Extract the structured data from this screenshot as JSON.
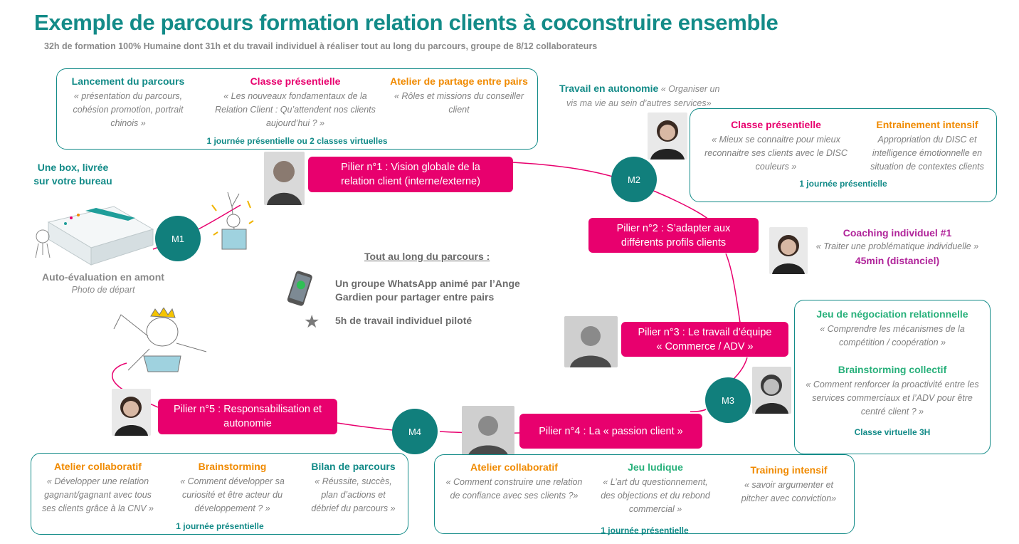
{
  "title": "Exemple de parcours formation relation clients à coconstruire ensemble",
  "subtitle": "32h de formation 100% Humaine dont 31h et du travail individuel à réaliser tout au long du parcours, groupe de 8/12 collaborateurs",
  "colors": {
    "teal": "#138b88",
    "pink": "#e8006e",
    "orange": "#f08a00",
    "purple": "#b0249a",
    "green": "#27b07a"
  },
  "box_m1": {
    "c1_title": "Lancement du parcours",
    "c1_l1": "« présentation du parcours,",
    "c1_l2": "cohésion promotion, portrait",
    "c1_l3": "chinois »",
    "c2_title": "Classe présentielle",
    "c2_l1": "« Les nouveaux fondamentaux de la",
    "c2_l2": "Relation Client : Qu’attendent nos clients",
    "c2_l3": "aujourd’hui ? »",
    "c3_title": "Atelier de partage entre pairs",
    "c3_l1": "« Rôles et missions du conseiller",
    "c3_l2": "client",
    "footer": "1 journée présentielle  ou 2 classes virtuelles"
  },
  "autonomie": {
    "title": "Travail en autonomie",
    "l1": "« Organiser un",
    "l2": "vis ma vie au sein d’autres services»"
  },
  "box_m2": {
    "c1_title": "Classe présentielle",
    "c1_l1": "« Mieux se connaitre pour mieux",
    "c1_l2": "reconnaitre ses clients avec le DISC",
    "c1_l3": "couleurs »",
    "c2_title": "Entrainement intensif",
    "c2_l1": "Appropriation du DISC et",
    "c2_l2": "intelligence émotionnelle en",
    "c2_l3": "situation de contextes clients",
    "footer": "1 journée  présentielle"
  },
  "box_intro": {
    "l1": "Une box, livrée",
    "l2": "sur votre bureau"
  },
  "auto_eval": {
    "title": "Auto-évaluation  en amont",
    "sub": "Photo de départ"
  },
  "piliers": {
    "p1_l1": "Pilier n°1  : Vision globale de la",
    "p1_l2": "relation client (interne/externe)",
    "p2_l1": "Pilier n°2  : S’adapter  aux",
    "p2_l2": "différents profils clients",
    "p3_l1": "Pilier n°3  : Le travail d’équipe",
    "p3_l2": "« Commerce  /  ADV »",
    "p4_l1": "Pilier n°4  : La « passion client »",
    "p5_l1": "Pilier n°5  : Responsabilisation et",
    "p5_l2": "autonomie"
  },
  "modules": {
    "m1": "M1",
    "m2": "M2",
    "m3": "M3",
    "m4": "M4"
  },
  "coaching": {
    "title": "Coaching individuel #1",
    "sub": "« Traiter une problématique individuelle »",
    "duration": "45min (distanciel)"
  },
  "center": {
    "title": "Tout au long du parcours :",
    "l1": "Un groupe WhatsApp animé par l’Ange",
    "l2": "Gardien pour partager entre pairs",
    "l3": "5h de travail individuel piloté",
    "phone_icon": "whatsapp-phone-icon",
    "star_icon": "star-icon"
  },
  "box_m3": {
    "c1_title": "Jeu de négociation relationnelle",
    "c1_l1": "« Comprendre les mécanismes de la",
    "c1_l2": "compétition / coopération »",
    "c2_title": "Brainstorming collectif",
    "c2_l1": "« Comment renforcer la proactivité entre les",
    "c2_l2": "services commerciaux et l’ADV pour être",
    "c2_l3": "centré client ? »",
    "footer": "Classe virtuelle  3H"
  },
  "box_m5": {
    "c1_title": "Atelier collaboratif",
    "c1_l1": "« Développer une relation",
    "c1_l2": "gagnant/gagnant avec tous",
    "c1_l3": "ses clients grâce à la CNV »",
    "c2_title": "Brainstorming",
    "c2_l1": "« Comment développer sa",
    "c2_l2": "curiosité et être acteur du",
    "c2_l3": "développement ? »",
    "c3_title": "Bilan de parcours",
    "c3_l1": "« Réussite, succès,",
    "c3_l2": "plan d’actions et",
    "c3_l3": "débrief du parcours »",
    "footer": "1 journée présentielle"
  },
  "box_m4": {
    "c1_title": "Atelier collaboratif",
    "c1_l1": "« Comment construire une relation",
    "c1_l2": "de confiance avec ses clients ?»",
    "c2_title": "Jeu ludique",
    "c2_l1": "« L’art du questionnement,",
    "c2_l2": "des objections et du rebond",
    "c2_l3": "commercial »",
    "c3_title": "Training intensif",
    "c3_l1": "« savoir argumenter et",
    "c3_l2": "pitcher avec conviction»",
    "footer": "1 journée  présentielle"
  }
}
